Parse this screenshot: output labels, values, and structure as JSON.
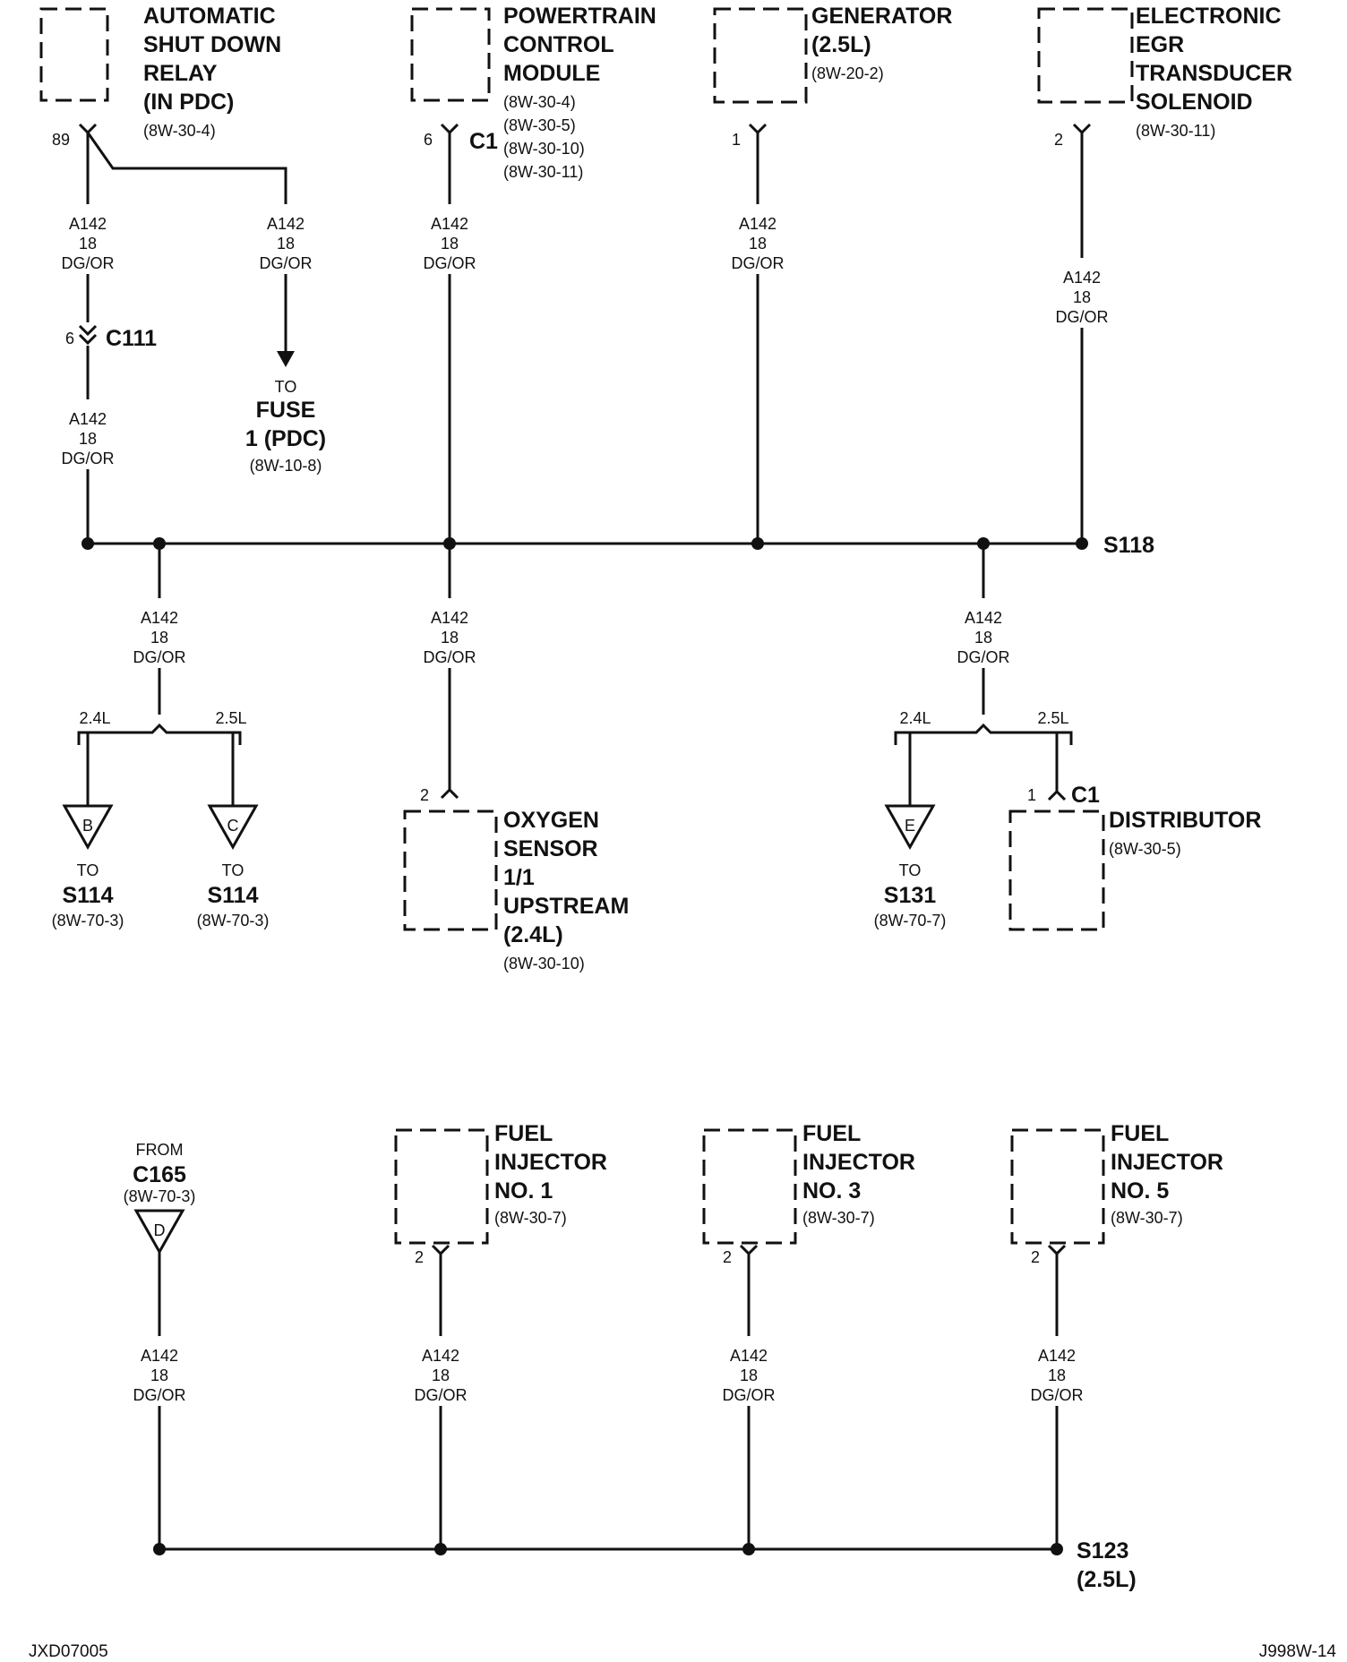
{
  "components": {
    "asd": {
      "lines": [
        "AUTOMATIC",
        "SHUT DOWN",
        "RELAY",
        "(IN PDC)"
      ],
      "ref": "(8W-30-4)",
      "pin": "89"
    },
    "pcm": {
      "lines": [
        "POWERTRAIN",
        "CONTROL",
        "MODULE"
      ],
      "refs": [
        "(8W-30-4)",
        "(8W-30-5)",
        "(8W-30-10)",
        "(8W-30-11)"
      ],
      "pin": "6",
      "connector": "C1"
    },
    "gen": {
      "lines": [
        "GENERATOR",
        "(2.5L)"
      ],
      "ref": "(8W-20-2)",
      "pin": "1"
    },
    "egr": {
      "lines": [
        "ELECTRONIC",
        "EGR",
        "TRANSDUCER",
        "SOLENOID"
      ],
      "ref": "(8W-30-11)",
      "pin": "2"
    },
    "o2": {
      "lines": [
        "OXYGEN",
        "SENSOR",
        "1/1",
        "UPSTREAM",
        "(2.4L)"
      ],
      "ref": "(8W-30-10)",
      "pin": "2"
    },
    "dist": {
      "lines": [
        "DISTRIBUTOR"
      ],
      "ref": "(8W-30-5)",
      "pin": "1",
      "connector": "C1"
    },
    "inj1": {
      "lines": [
        "FUEL",
        "INJECTOR",
        "NO. 1"
      ],
      "ref": "(8W-30-7)",
      "pin": "2"
    },
    "inj3": {
      "lines": [
        "FUEL",
        "INJECTOR",
        "NO. 3"
      ],
      "ref": "(8W-30-7)",
      "pin": "2"
    },
    "inj5": {
      "lines": [
        "FUEL",
        "INJECTOR",
        "NO. 5"
      ],
      "ref": "(8W-30-7)",
      "pin": "2"
    }
  },
  "wire": {
    "circuit": "A142",
    "gauge": "18",
    "color": "DG/OR"
  },
  "connectors": {
    "c111": {
      "pin": "6",
      "name": "C111"
    }
  },
  "fuse": {
    "to": "TO",
    "lines": [
      "FUSE",
      "1 (PDC)"
    ],
    "ref": "(8W-10-8)"
  },
  "splices": {
    "s118": "S118",
    "s123": [
      "S123",
      "(2.5L)"
    ]
  },
  "options": {
    "l24": "2.4L",
    "l25": "2.5L"
  },
  "offpage": {
    "b": {
      "letter": "B",
      "to": "TO",
      "name": "S114",
      "ref": "(8W-70-3)"
    },
    "c": {
      "letter": "C",
      "to": "TO",
      "name": "S114",
      "ref": "(8W-70-3)"
    },
    "e": {
      "letter": "E",
      "to": "TO",
      "name": "S131",
      "ref": "(8W-70-7)"
    },
    "d": {
      "letter": "D",
      "from": "FROM",
      "name": "C165",
      "ref": "(8W-70-3)"
    }
  },
  "footer": {
    "left": "JXD07005",
    "right": "J998W-14"
  }
}
